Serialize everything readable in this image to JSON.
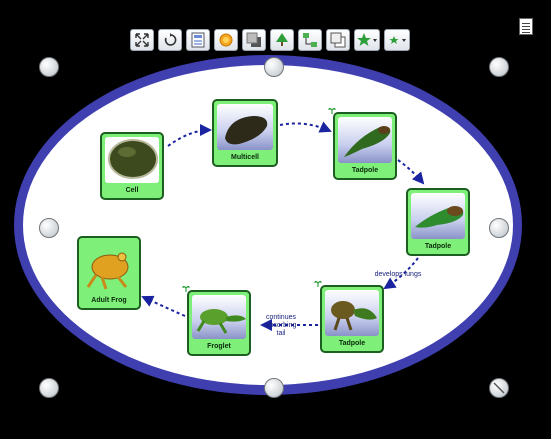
{
  "toolbar": {
    "buttons": [
      {
        "name": "fit-to-screen",
        "icon": "expand-arrows-icon"
      },
      {
        "name": "rotate",
        "icon": "rotate-icon"
      },
      {
        "name": "layout",
        "icon": "layout-icon"
      },
      {
        "name": "theme",
        "icon": "sun-icon"
      },
      {
        "name": "shadow",
        "icon": "shadow-icon"
      },
      {
        "name": "add-child",
        "icon": "tree-icon"
      },
      {
        "name": "connect",
        "icon": "connect-icon"
      },
      {
        "name": "duplicate",
        "icon": "copy-icon"
      },
      {
        "name": "star-large",
        "icon": "star-dropdown-icon"
      },
      {
        "name": "star-small",
        "icon": "star-small-dropdown-icon"
      }
    ]
  },
  "colors": {
    "background": "#000000",
    "ellipse_border": "#3f3fb0",
    "ellipse_fill": "#ffffff",
    "node_fill": "#7ef07a",
    "node_border": "#1b5e20",
    "arrow": "#1a23a0"
  },
  "nodes": {
    "cell": "Cell",
    "multicell": "Multicell",
    "tadpole_1": "Tadpole",
    "tadpole_2": "Tadpole",
    "tadpole_3": "Tadpole",
    "froglet": "Froglet",
    "adult_frog": "Adult Frog"
  },
  "edges": {
    "develops_lungs": "develops lungs",
    "continues_absorbing_tail_1": "continues",
    "continues_absorbing_tail_2": "absorbing",
    "continues_absorbing_tail_3": "tail"
  }
}
